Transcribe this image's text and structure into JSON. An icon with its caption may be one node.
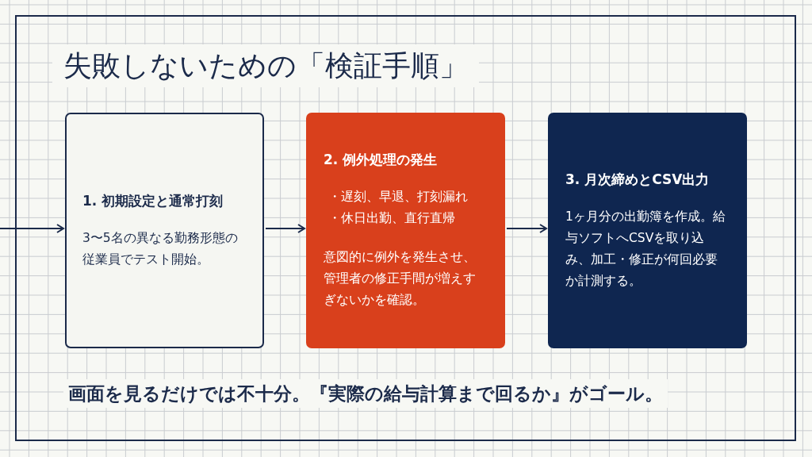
{
  "diagram": {
    "title": "失敗しないための「検証手順」",
    "caption": "画面を見るだけでは不十分。『実際の給与計算まで回るか』がゴール。",
    "nodes": [
      {
        "text": [
          "1. 初期設定と通常打刻",
          "3〜5名の異なる勤務形態の従業員でテスト開始。"
        ]
      },
      {
        "text": [
          "2. 例外処理の発生",
          "・遅刻、早退、打刻漏れ",
          "・休日出勤、直行直帰",
          "意図的に例外を発生させ、管理者の修正手間が増えすぎないかを確認。"
        ]
      },
      {
        "text": [
          "3. 月次締めとCSV出力",
          "1ヶ月分の出勤簿を作成。給与ソフトへCSVを取り込み、加工・修正が何回必要か計測する。"
        ]
      }
    ],
    "edges": [
      {
        "from": null,
        "to": 0,
        "arrow": "to"
      },
      {
        "from": 0,
        "to": 1,
        "arrow": "to"
      },
      {
        "from": 1,
        "to": 2,
        "arrow": "to"
      }
    ]
  }
}
